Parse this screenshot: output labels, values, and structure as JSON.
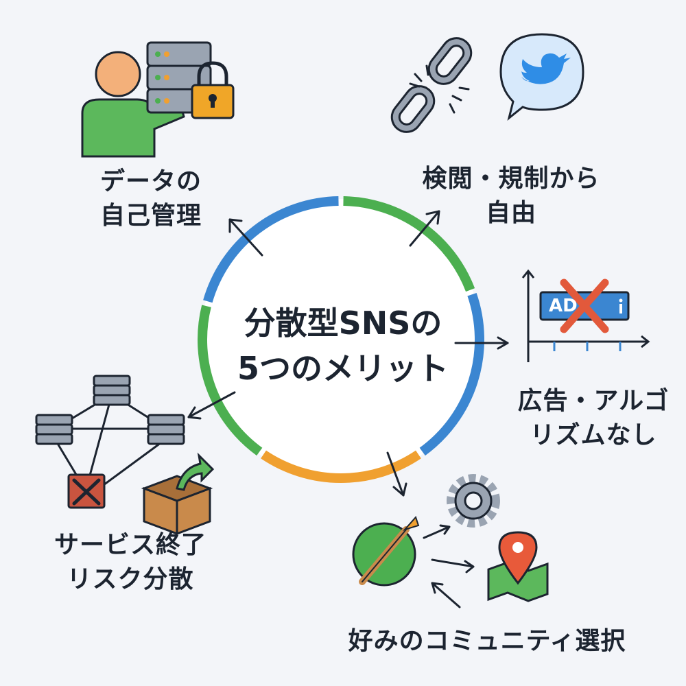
{
  "center": {
    "title": "分散型SNSの\n5つのメリット"
  },
  "benefits": [
    {
      "label": "データの\n自己管理",
      "icons": [
        "person-icon",
        "server-icon",
        "padlock-icon"
      ]
    },
    {
      "label": "検閲・規制から\n自由",
      "icons": [
        "broken-chain-icon",
        "twitter-bird-bubble-icon"
      ]
    },
    {
      "label": "広告・アルゴ\nリズムなし",
      "icons": [
        "ad-crossed-chart-icon"
      ],
      "ad_badge": "AD"
    },
    {
      "label": "好みのコミュニティ選択",
      "icons": [
        "paintbrush-globe-icon",
        "gear-icon",
        "map-pin-icon"
      ]
    },
    {
      "label": "サービス終了\nリスク分散",
      "icons": [
        "server-network-icon",
        "failed-server-icon",
        "box-icon"
      ]
    }
  ],
  "colors": {
    "blue": "#3b86d1",
    "green": "#4caf50",
    "orange": "#f0a030",
    "person_skin": "#f3b07a",
    "person_body": "#5cb85c",
    "lock": "#f0a628",
    "twitter": "#2f8de6",
    "red_x": "#e2593b",
    "box": "#c98a4b",
    "pin": "#e85a3a",
    "map": "#5cb85c"
  }
}
